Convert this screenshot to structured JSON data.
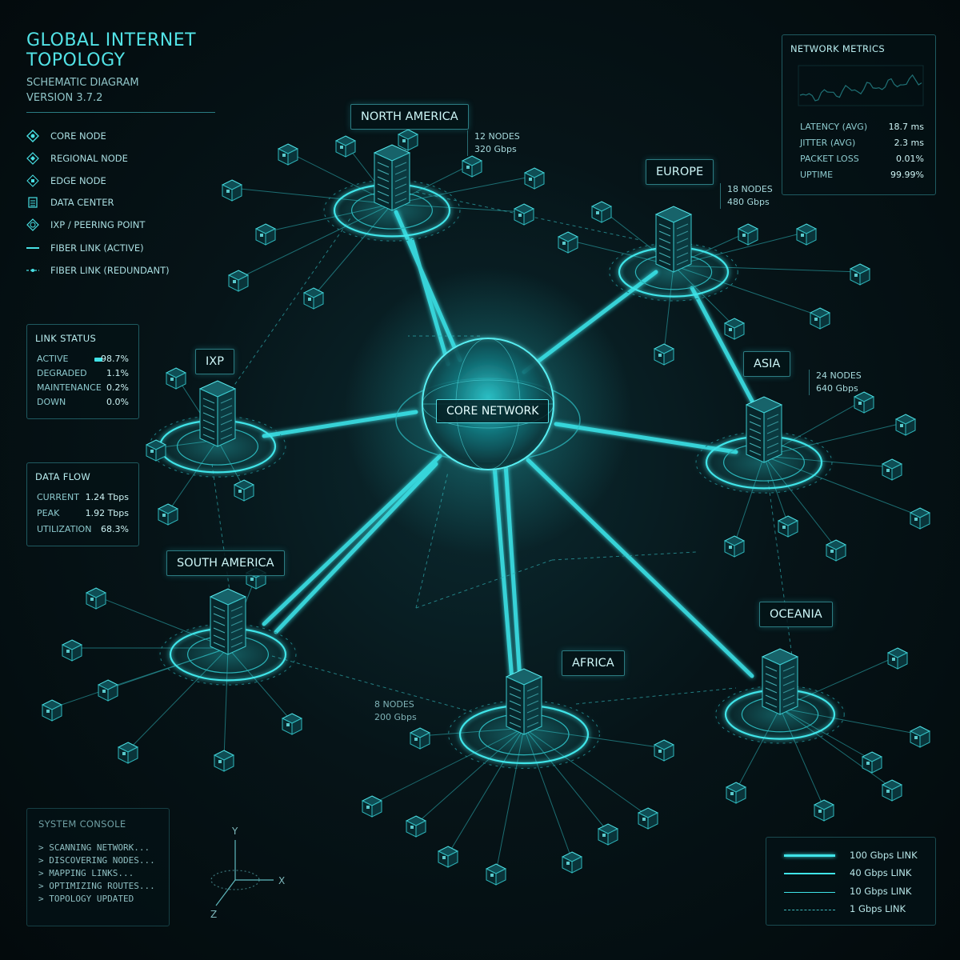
{
  "header": {
    "title": "GLOBAL INTERNET TOPOLOGY",
    "subtitle": "SCHEMATIC DIAGRAM",
    "version": "VERSION 3.7.2"
  },
  "legend": [
    {
      "icon": "core-node-icon",
      "label": "CORE NODE"
    },
    {
      "icon": "regional-node-icon",
      "label": "REGIONAL NODE"
    },
    {
      "icon": "edge-node-icon",
      "label": "EDGE NODE"
    },
    {
      "icon": "data-center-icon",
      "label": "DATA CENTER"
    },
    {
      "icon": "ixp-peering-icon",
      "label": "IXP / PEERING POINT"
    },
    {
      "icon": "fiber-active-icon",
      "label": "FIBER LINK (ACTIVE)"
    },
    {
      "icon": "fiber-redundant-icon",
      "label": "FIBER LINK (REDUNDANT)"
    }
  ],
  "link_status": {
    "title": "LINK STATUS",
    "rows": [
      {
        "label": "ACTIVE",
        "value": "98.7%"
      },
      {
        "label": "DEGRADED",
        "value": "1.1%"
      },
      {
        "label": "MAINTENANCE",
        "value": "0.2%"
      },
      {
        "label": "DOWN",
        "value": "0.0%"
      }
    ]
  },
  "data_flow": {
    "title": "DATA FLOW",
    "rows": [
      {
        "label": "CURRENT",
        "value": "1.24 Tbps"
      },
      {
        "label": "PEAK",
        "value": "1.92 Tbps"
      },
      {
        "label": "UTILIZATION",
        "value": "68.3%"
      }
    ]
  },
  "metrics": {
    "title": "NETWORK METRICS",
    "rows": [
      {
        "label": "LATENCY (AVG)",
        "value": "18.7 ms"
      },
      {
        "label": "JITTER (AVG)",
        "value": "2.3 ms"
      },
      {
        "label": "PACKET LOSS",
        "value": "0.01%"
      },
      {
        "label": "UPTIME",
        "value": "99.99%"
      }
    ]
  },
  "regions": {
    "north_america": {
      "label": "NORTH AMERICA",
      "nodes": "12 NODES",
      "bandwidth": "320 Gbps"
    },
    "europe": {
      "label": "EUROPE",
      "nodes": "18 NODES",
      "bandwidth": "480 Gbps"
    },
    "asia": {
      "label": "ASIA",
      "nodes": "24 NODES",
      "bandwidth": "640 Gbps"
    },
    "ixp": {
      "label": "IXP"
    },
    "south_america": {
      "label": "SOUTH AMERICA"
    },
    "africa": {
      "label": "AFRICA",
      "nodes": "8 NODES",
      "bandwidth": "200 Gbps"
    },
    "oceania": {
      "label": "OCEANIA"
    },
    "core": {
      "label": "CORE NETWORK"
    }
  },
  "console": {
    "title": "SYSTEM CONSOLE",
    "lines": [
      "> SCANNING NETWORK...",
      "> DISCOVERING NODES...",
      "> MAPPING LINKS...",
      "> OPTIMIZING ROUTES...",
      "> TOPOLOGY UPDATED"
    ]
  },
  "axes": {
    "x": "X",
    "y": "Y",
    "z": "Z"
  },
  "link_legend": [
    {
      "label": "100 Gbps LINK"
    },
    {
      "label": "40 Gbps LINK"
    },
    {
      "label": "10 Gbps LINK"
    },
    {
      "label": "1 Gbps LINK"
    }
  ],
  "colors": {
    "accent": "#35e6ea",
    "background": "#061418",
    "panel_border": "#1f5a60"
  }
}
